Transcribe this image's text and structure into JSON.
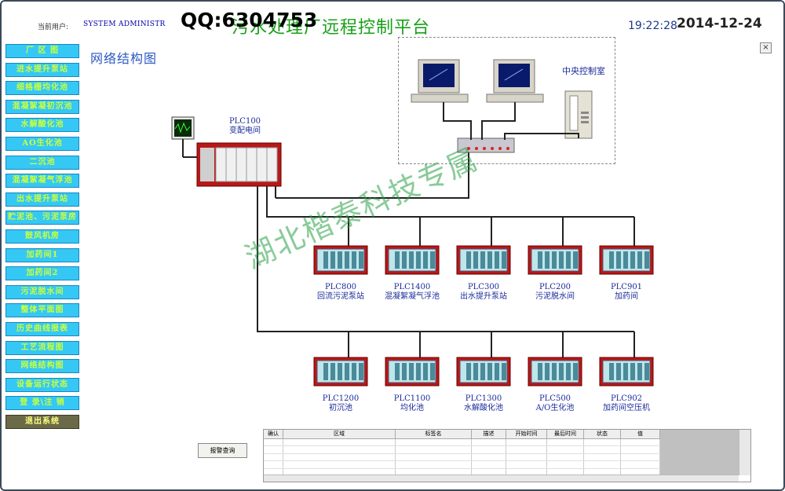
{
  "header": {
    "user_label": "当前用户:",
    "user_value": "SYSTEM ADMINISTR",
    "platform_title": "污水处理厂远程控制平台",
    "overlay_mark": "QQ:6304753",
    "time": "19:22:28",
    "date": "2014-12-24"
  },
  "nav": {
    "items": [
      "厂 区 图",
      "进水提升泵站",
      "细格栅均化池",
      "混凝絮凝初沉池",
      "水解酸化池",
      "AO生化池",
      "二沉池",
      "混凝絮凝气浮池",
      "出水提升泵站",
      "贮泥池、污泥泵房",
      "鼓风机房",
      "加药间1",
      "加药间2",
      "污泥脱水间",
      "整体平面图",
      "历史曲线报表",
      "工艺流程图",
      "网络结构图",
      "设备运行状态",
      "登 录\\注 销"
    ],
    "exit_label": "退出系统"
  },
  "page": {
    "title": "网络结构图",
    "close_glyph": "×",
    "control_room_label": "中央控制室",
    "plc100": {
      "code": "PLC100",
      "name": "变配电间"
    },
    "watermark": "湖北楷泰科技专属"
  },
  "plc_row1": [
    {
      "code": "PLC800",
      "name": "回流污泥泵站"
    },
    {
      "code": "PLC1400",
      "name": "混凝絮凝气浮池"
    },
    {
      "code": "PLC300",
      "name": "出水提升泵站"
    },
    {
      "code": "PLC200",
      "name": "污泥脱水间"
    },
    {
      "code": "PLC901",
      "name": "加药间"
    }
  ],
  "plc_row2": [
    {
      "code": "PLC1200",
      "name": "初沉池"
    },
    {
      "code": "PLC1100",
      "name": "均化池"
    },
    {
      "code": "PLC1300",
      "name": "水解酸化池"
    },
    {
      "code": "PLC500",
      "name": "A/O生化池"
    },
    {
      "code": "PLC902",
      "name": "加药间空压机"
    }
  ],
  "alarm": {
    "query_button": "报警查询",
    "columns": [
      "确认",
      "区域",
      "标签名",
      "描述",
      "开始时间",
      "最后时间",
      "状态",
      "值"
    ]
  },
  "colors": {
    "nav_bg": "#35c8f5",
    "nav_text": "#caff3a",
    "title_green": "#18a018",
    "label_blue": "#1a2a9a",
    "plc_red": "#b81818"
  }
}
